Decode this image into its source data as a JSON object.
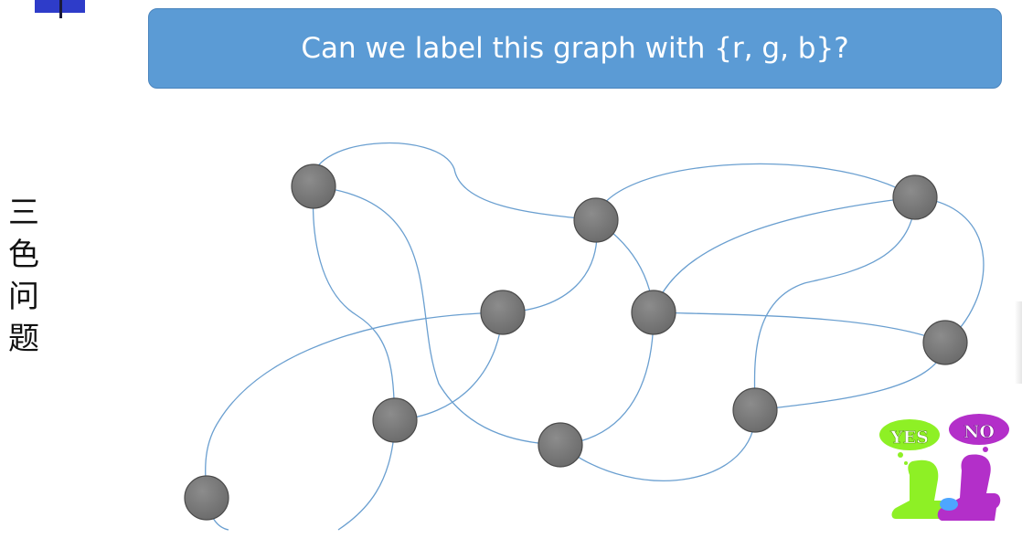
{
  "slide": {
    "question": "Can we label this graph with {r, g, b}?",
    "side_title": [
      "三",
      "色",
      "问",
      "题"
    ]
  },
  "yes_no_graphic": {
    "yes_label": "YES",
    "no_label": "NO"
  },
  "colors": {
    "banner": "#5b9bd5",
    "edge": "#6a9fd0",
    "node": "#7a7a7a",
    "yes": "#8ef025",
    "no": "#b32fc9"
  }
}
